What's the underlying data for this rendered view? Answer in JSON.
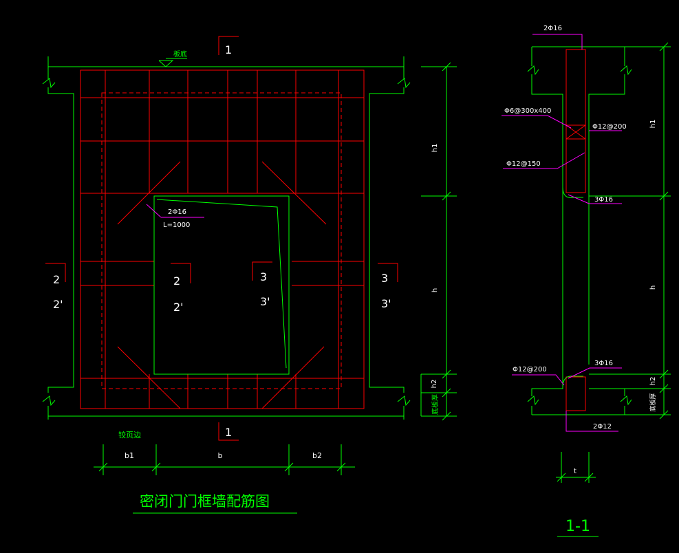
{
  "elevation": {
    "top_note": "板底",
    "section_1_top": "1",
    "section_1_bottom": "1",
    "sec2_left_a": "2",
    "sec2_left_b": "2'",
    "sec2_inner_a": "2",
    "sec2_inner_b": "2'",
    "sec3_inner_a": "3",
    "sec3_inner_b": "3'",
    "sec3_right_a": "3",
    "sec3_right_b": "3'",
    "rebar_label": "2Φ16",
    "rebar_length": "L=1000",
    "hinge_side": "铰页边",
    "dim_b1": "b1",
    "dim_b": "b",
    "dim_b2": "b2",
    "dim_h1": "h1",
    "dim_h": "h",
    "dim_h2": "h2",
    "dim_floor": "底板厚",
    "title": "密闭门门框墙配筋图"
  },
  "section": {
    "top_bar": "2Φ16",
    "stirrup": "Φ6@300x400",
    "mesh_top": "Φ12@200",
    "horiz": "Φ12@150",
    "bar_mid": "3Φ16",
    "mesh_bottom": "Φ12@200",
    "bar_low": "3Φ16",
    "bottom_bar": "2Φ12",
    "dim_t": "t",
    "dim_h1": "h1",
    "dim_h": "h",
    "dim_h2": "h2",
    "dim_floor": "底板厚",
    "title": "1-1"
  }
}
